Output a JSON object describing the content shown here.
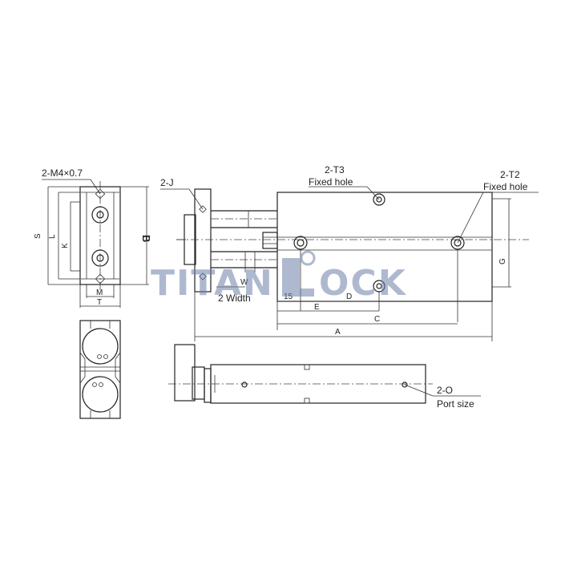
{
  "labels": {
    "m4": "2-M4×0.7",
    "j": "2-J",
    "t3": "2-T3",
    "t3_desc": "Fixed hole",
    "t2": "2-T2",
    "t2_desc": "Fixed hole",
    "o": "2-O",
    "o_desc": "Port size",
    "width_desc": "2 Width",
    "dim_s": "S",
    "dim_l": "L",
    "dim_k": "K",
    "dim_b": "B",
    "dim_m": "M",
    "dim_t": "T",
    "dim_w": "W",
    "dim_15": "15",
    "dim_e": "E",
    "dim_d": "D",
    "dim_c": "C",
    "dim_a": "A",
    "dim_g": "G"
  },
  "watermark": {
    "left": "TITAN",
    "right": "OCK",
    "color": "#6b7fa8"
  }
}
